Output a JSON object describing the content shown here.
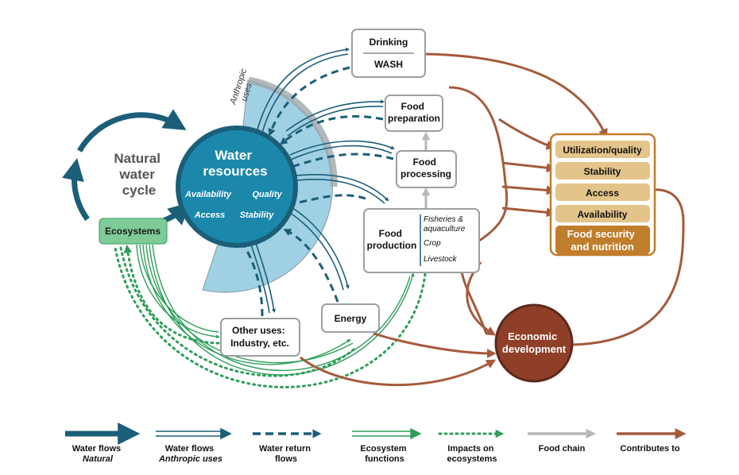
{
  "anthropic_uses_label": [
    "Anthropic",
    "uses"
  ],
  "natural_cycle": [
    "Natural",
    "water",
    "cycle"
  ],
  "ecosystems": "Ecosystems",
  "water_resources": {
    "title": [
      "Water",
      "resources"
    ],
    "dimensions": [
      "Availability",
      "Quality",
      "Access",
      "Stability"
    ]
  },
  "drinking": {
    "top": "Drinking",
    "bottom": "WASH"
  },
  "food_preparation": [
    "Food",
    "preparation"
  ],
  "food_processing": [
    "Food",
    "processing"
  ],
  "food_production": {
    "label": [
      "Food",
      "production"
    ],
    "items": [
      "Fisheries &",
      "aquaculture",
      "Crop",
      "Livestock"
    ]
  },
  "energy": "Energy",
  "other_uses": [
    "Other uses:",
    "Industry, etc."
  ],
  "food_security": {
    "items": [
      "Utilization/quality",
      "Stability",
      "Access",
      "Availability"
    ],
    "title": [
      "Food security",
      "and nutrition"
    ]
  },
  "economic_development": [
    "Economic",
    "development"
  ],
  "legend": [
    {
      "lines": [
        "Water flows",
        "Natural"
      ]
    },
    {
      "lines": [
        "Water flows",
        "Anthropic uses"
      ]
    },
    {
      "lines": [
        "Water return",
        "flows"
      ]
    },
    {
      "lines": [
        "Ecosystem",
        "functions"
      ]
    },
    {
      "lines": [
        "Impacts on",
        "ecosystems"
      ]
    },
    {
      "lines": [
        "Food chain"
      ]
    },
    {
      "lines": [
        "Contributes to"
      ]
    }
  ],
  "colors": {
    "water_dark": "#1b5e78",
    "water_mid": "#2a8fb3",
    "fan": "#9fd0e3",
    "eco_green": "#2f9e5a",
    "eco_box": "#7fcb98",
    "food_chain_gray": "#b5b8b8",
    "contrib_brown": "#a55a3c",
    "fs_orange": "#c07d2c",
    "fs_tan": "#e3c48a",
    "econ_brown": "#8f3f28"
  }
}
